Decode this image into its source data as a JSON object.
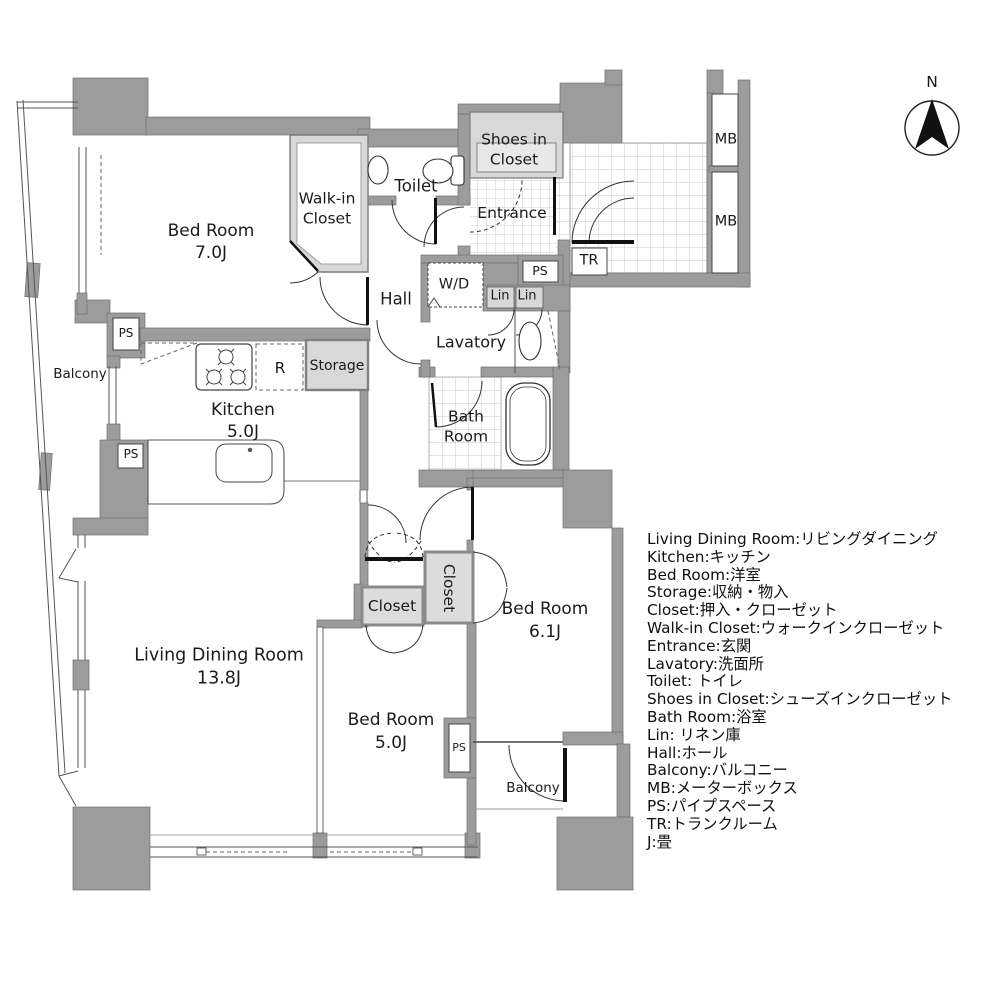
{
  "plan": {
    "rooms": {
      "bedroom_main": {
        "label": "Bed Room",
        "size": "7.0J"
      },
      "bedroom_east": {
        "label": "Bed Room",
        "size": "6.1J"
      },
      "bedroom_south": {
        "label": "Bed Room",
        "size": "5.0J"
      },
      "living_dining": {
        "label": "Living Dining Room",
        "size": "13.8J"
      },
      "kitchen": {
        "label": "Kitchen",
        "size": "5.0J"
      },
      "walk_in_closet": {
        "label": "Walk-in Closet"
      },
      "toilet": {
        "label": "Toilet"
      },
      "hall": {
        "label": "Hall"
      },
      "lavatory": {
        "label": "Lavatory"
      },
      "bath_room": {
        "label": "Bath Room"
      },
      "entrance": {
        "label": "Entrance"
      },
      "shoes_in_closet": {
        "label": "Shoes in Closet"
      },
      "storage": {
        "label": "Storage"
      },
      "refrigerator_space": {
        "label": "R"
      },
      "washer_dryer": {
        "label": "W/D"
      },
      "closet_ldk": {
        "label": "Closet"
      },
      "closet_bedroom_east": {
        "label": "Closet"
      },
      "trunk_room": {
        "label": "TR"
      },
      "balcony_west": {
        "label": "Balcony"
      },
      "balcony_south": {
        "label": "Balcony"
      },
      "meter_box_upper": {
        "label": "MB"
      },
      "meter_box_lower": {
        "label": "MB"
      },
      "linen_1": {
        "label": "Lin"
      },
      "linen_2": {
        "label": "Lin"
      },
      "pipe_space_entrance": {
        "label": "PS"
      },
      "pipe_space_west_upper": {
        "label": "PS"
      },
      "pipe_space_west_lower": {
        "label": "PS"
      },
      "pipe_space_south": {
        "label": "PS"
      }
    },
    "compass": {
      "north": "N"
    },
    "legend": {
      "lines": [
        "Living Dining Room:リビングダイニング",
        "Kitchen:キッチン",
        "Bed Room:洋室",
        "Storage:収納・物入",
        "Closet:押入・クローゼット",
        "Walk-in Closet:ウォークインクローゼット",
        "Entrance:玄関",
        "Lavatory:洗面所",
        "Toilet: トイレ",
        "Shoes in Closet:シューズインクローゼット",
        "Bath Room:浴室",
        "Lin: リネン庫",
        "Hall:ホール",
        "Balcony:バルコニー",
        "MB:メーターボックス",
        "PS:パイプスペース",
        "TR:トランクルーム",
        "J:畳"
      ]
    },
    "colors": {
      "wall": "#9c9c9c",
      "closet_fill": "#d8d8d8",
      "tile_line": "#c9c9c9",
      "line": "#1a1a1a"
    }
  }
}
